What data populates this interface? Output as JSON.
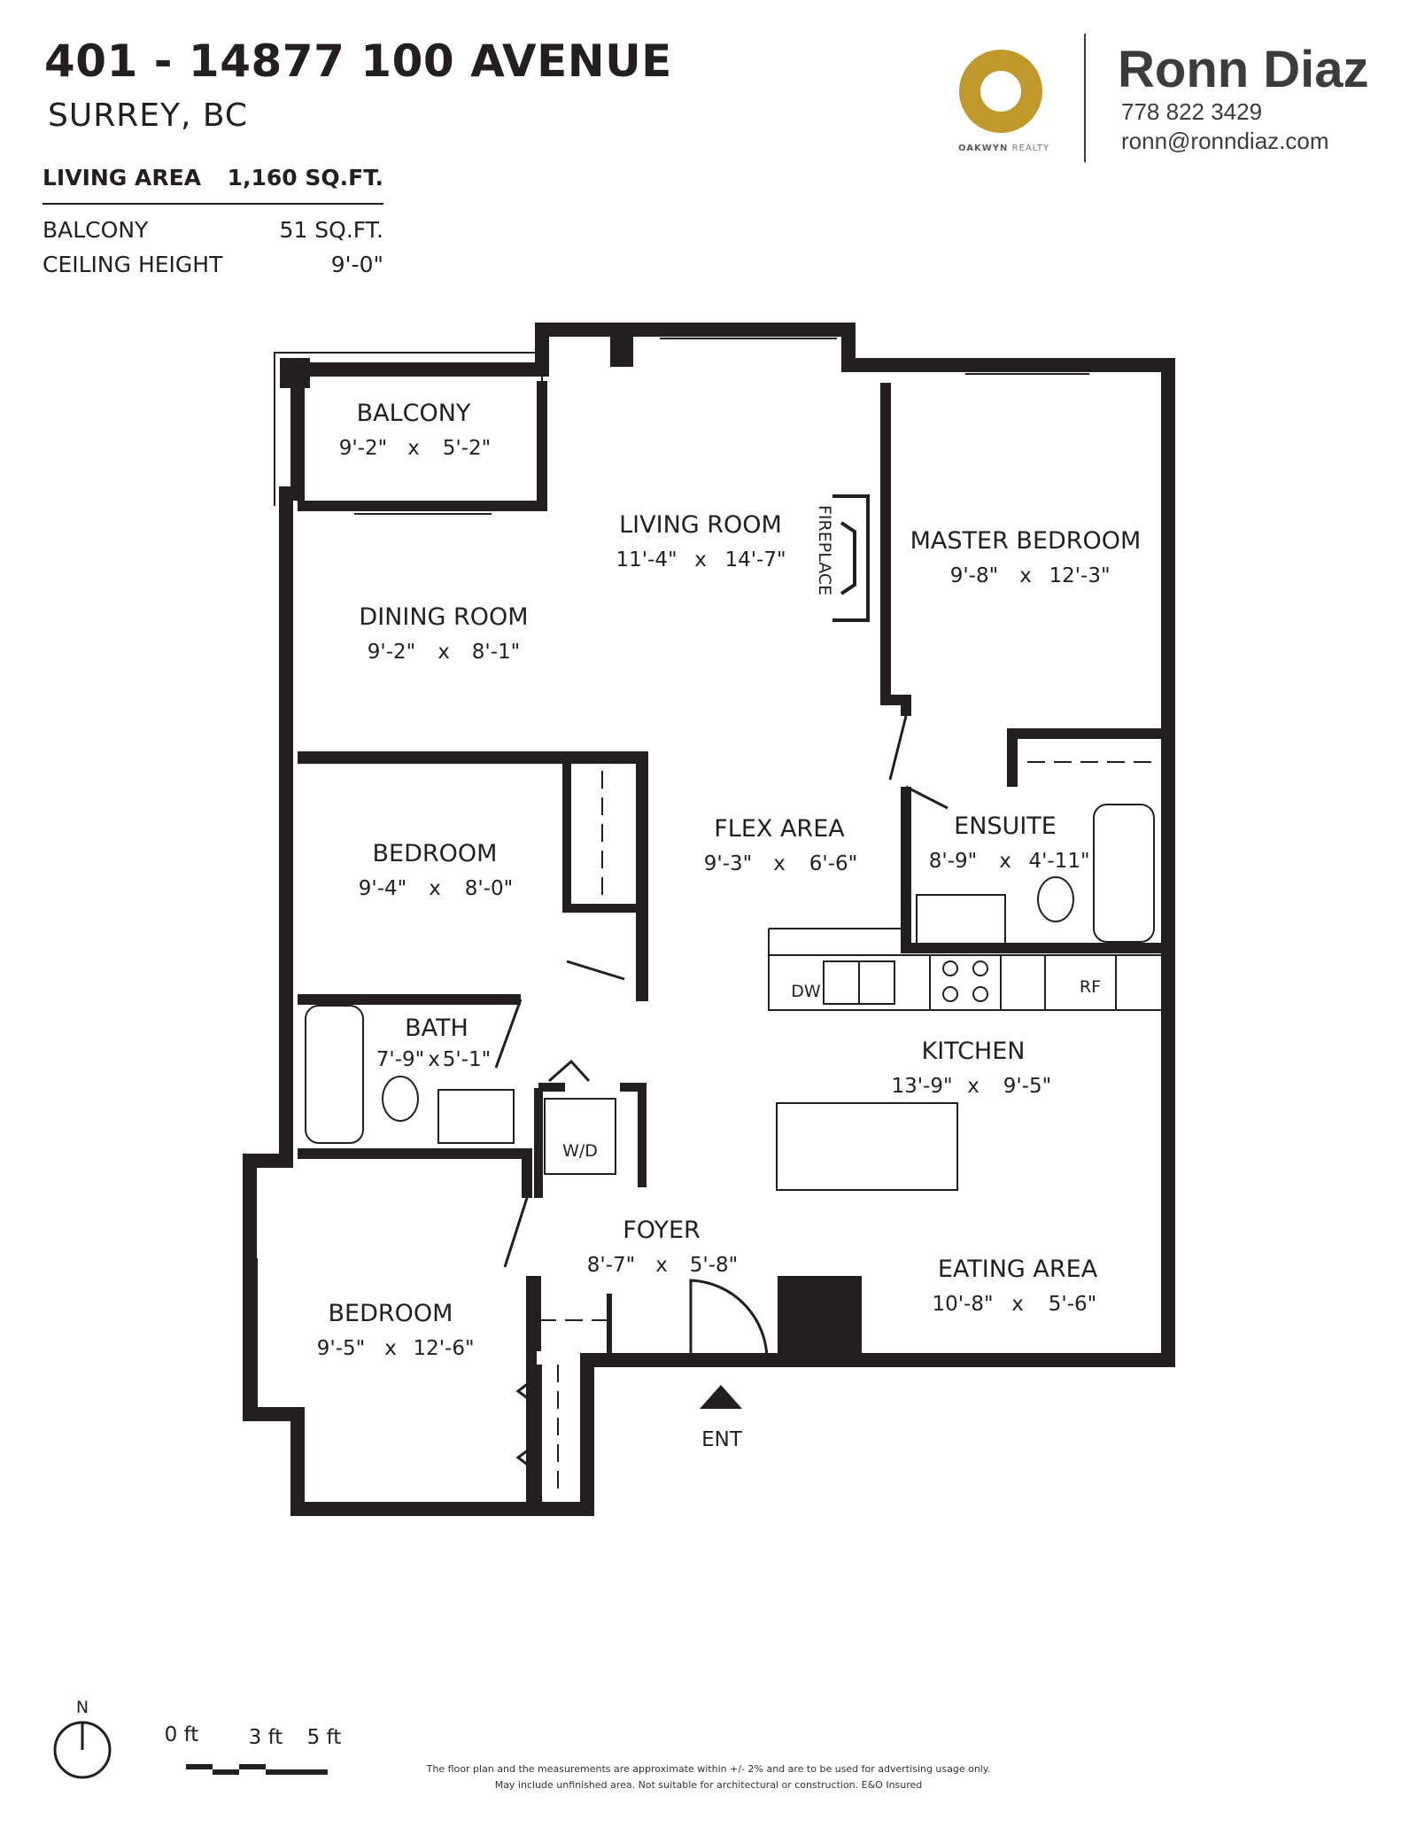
{
  "header": {
    "address": "401 - 14877 100 AVENUE",
    "city": "SURREY, BC",
    "specs": [
      {
        "label": "LIVING AREA",
        "value": "1,160 SQ.FT.",
        "emphasis": true
      },
      {
        "label": "BALCONY",
        "value": "51 SQ.FT.",
        "emphasis": false
      },
      {
        "label": "CEILING HEIGHT",
        "value": "9'-0\"",
        "emphasis": false
      }
    ]
  },
  "agent": {
    "name": "Ronn Diaz",
    "phone": "778 822 3429",
    "email": "ronn@ronndiaz.com",
    "brand_bold": "OAKWYN",
    "brand_light": "REALTY",
    "logo_color": "#c0982c"
  },
  "rooms": {
    "balcony": {
      "name": "BALCONY",
      "dim_w": "9'-2\"",
      "dim_h": "5'-2\""
    },
    "living_room": {
      "name": "LIVING ROOM",
      "dim_w": "11'-4\"",
      "dim_h": "14'-7\""
    },
    "master_bedroom": {
      "name": "MASTER BEDROOM",
      "dim_w": "9'-8\"",
      "dim_h": "12'-3\""
    },
    "dining_room": {
      "name": "DINING ROOM",
      "dim_w": "9'-2\"",
      "dim_h": "8'-1\""
    },
    "bedroom_1": {
      "name": "BEDROOM",
      "dim_w": "9'-4\"",
      "dim_h": "8'-0\""
    },
    "flex_area": {
      "name": "FLEX AREA",
      "dim_w": "9'-3\"",
      "dim_h": "6'-6\""
    },
    "ensuite": {
      "name": "ENSUITE",
      "dim_w": "8'-9\"",
      "dim_h": "4'-11\""
    },
    "bath": {
      "name": "BATH",
      "dim_w": "7'-9\"",
      "dim_h": "5'-1\""
    },
    "kitchen": {
      "name": "KITCHEN",
      "dim_w": "13'-9\"",
      "dim_h": "9'-5\""
    },
    "foyer": {
      "name": "FOYER",
      "dim_w": "8'-7\"",
      "dim_h": "5'-8\""
    },
    "eating_area": {
      "name": "EATING AREA",
      "dim_w": "10'-8\"",
      "dim_h": "5'-6\""
    },
    "bedroom_2": {
      "name": "BEDROOM",
      "dim_w": "9'-5\"",
      "dim_h": "12'-6\""
    }
  },
  "labels": {
    "fireplace": "FIREPLACE",
    "dishwasher": "DW",
    "fridge": "RF",
    "washer_dryer": "W/D",
    "entrance": "ENT",
    "times": "x",
    "north": "N"
  },
  "scale": {
    "zero": "0 ft",
    "three": "3 ft",
    "five": "5 ft"
  },
  "disclaimer": {
    "line1": "The floor plan and the measurements are approximate within +/- 2% and are to be used for advertising usage only.",
    "line2": "May include unfinished area. Not suitable for architectural or construction. E&O Insured"
  }
}
